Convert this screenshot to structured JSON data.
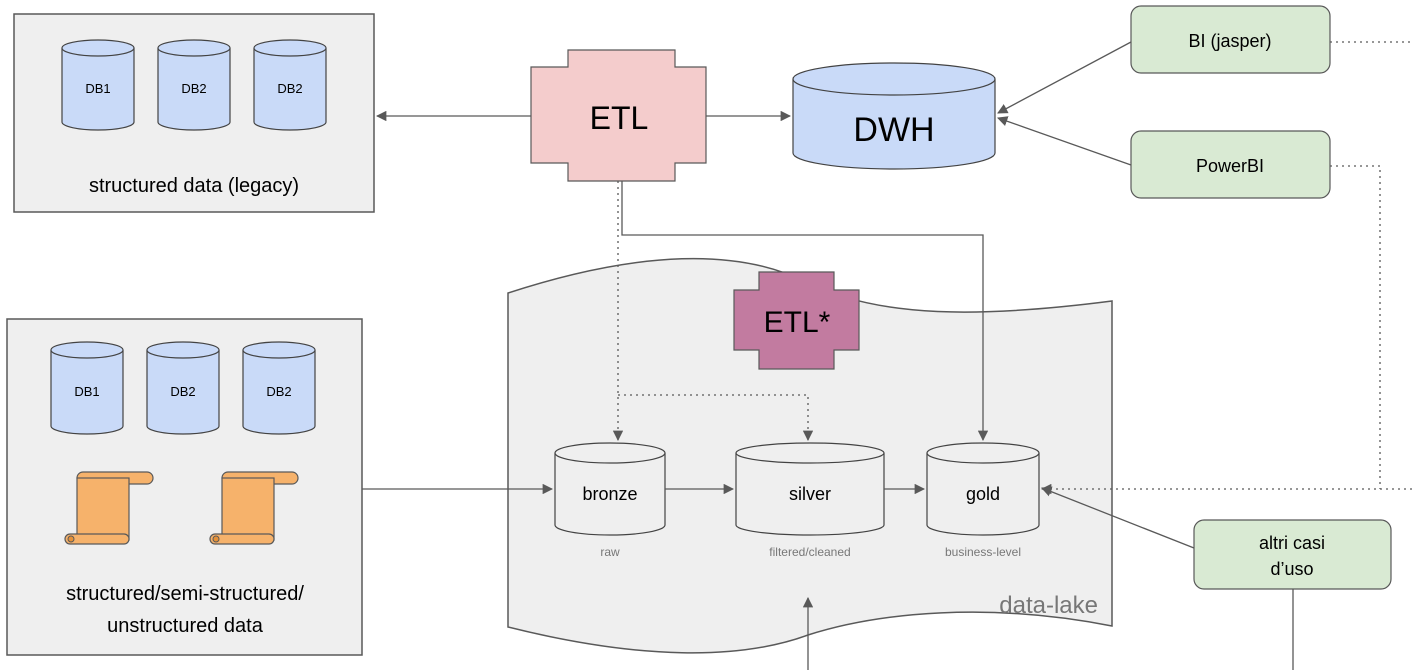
{
  "legacy_box": {
    "databases": [
      "DB1",
      "DB2",
      "DB2"
    ],
    "caption": "structured data (legacy)"
  },
  "sources_box": {
    "databases": [
      "DB1",
      "DB2",
      "DB2"
    ],
    "caption_line1": "structured/semi-structured/",
    "caption_line2": "unstructured data"
  },
  "etl": {
    "label": "ETL"
  },
  "etl_star": {
    "label": "ETL*"
  },
  "dwh": {
    "label": "DWH"
  },
  "datalake": {
    "label": "data-lake",
    "layers": [
      {
        "name": "bronze",
        "sub": "raw"
      },
      {
        "name": "silver",
        "sub": "filtered/cleaned"
      },
      {
        "name": "gold",
        "sub": "business-level"
      }
    ]
  },
  "consumers": {
    "bi": "BI (jasper)",
    "powerbi": "PowerBI",
    "altri_line1": "altri casi",
    "altri_line2": "d’uso"
  },
  "colors": {
    "box_fill": "#efefef",
    "db_fill": "#c9daf8",
    "etl_fill": "#f4cccc",
    "etl_star_fill": "#c27ba0",
    "consumer_fill": "#d9ead3",
    "doc_fill": "#f6b26b",
    "line": "#595959"
  }
}
